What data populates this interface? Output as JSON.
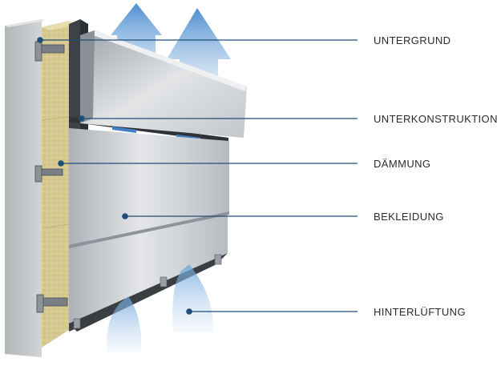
{
  "labels": {
    "untergrund": "UNTERGRUND",
    "unterkonstruktion": "UNTERKONSTRUKTION",
    "daemmung": "DÄMMUNG",
    "bekleidung": "BEKLEIDUNG",
    "hinterlueftung": "HINTERLÜFTUNG"
  },
  "colors": {
    "leader_line": "#1f4e79",
    "airflow": "#4f8fd0",
    "wall": "#c6c8ca",
    "insulation": "#d9cc98",
    "panel": "#c9ccd0"
  }
}
